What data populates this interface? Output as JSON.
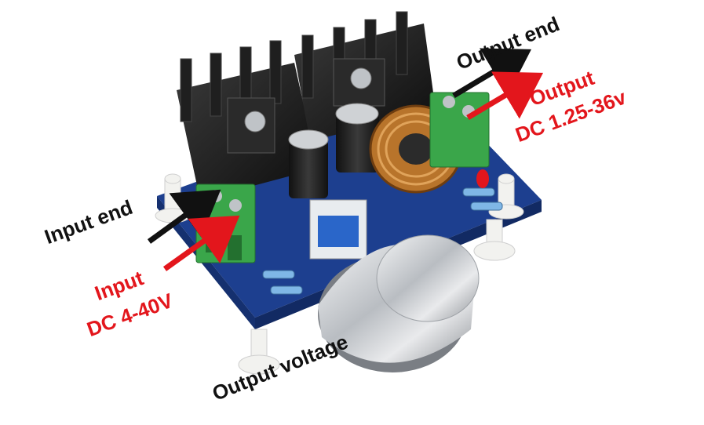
{
  "labels": {
    "output_end": "Output end",
    "output_spec_1": "Output",
    "output_spec_2": "DC 1.25-36v",
    "input_end": "Input end",
    "input_spec_1": "Input",
    "input_spec_2": "DC 4-40V",
    "output_voltage": "Output voltage"
  },
  "colors": {
    "arrow_black": "#111111",
    "arrow_red": "#e3161c",
    "pcb": "#1d3f8f",
    "heatsink": "#1b1b1b",
    "terminal": "#3aa64a",
    "knob": "#c9ccd0"
  }
}
